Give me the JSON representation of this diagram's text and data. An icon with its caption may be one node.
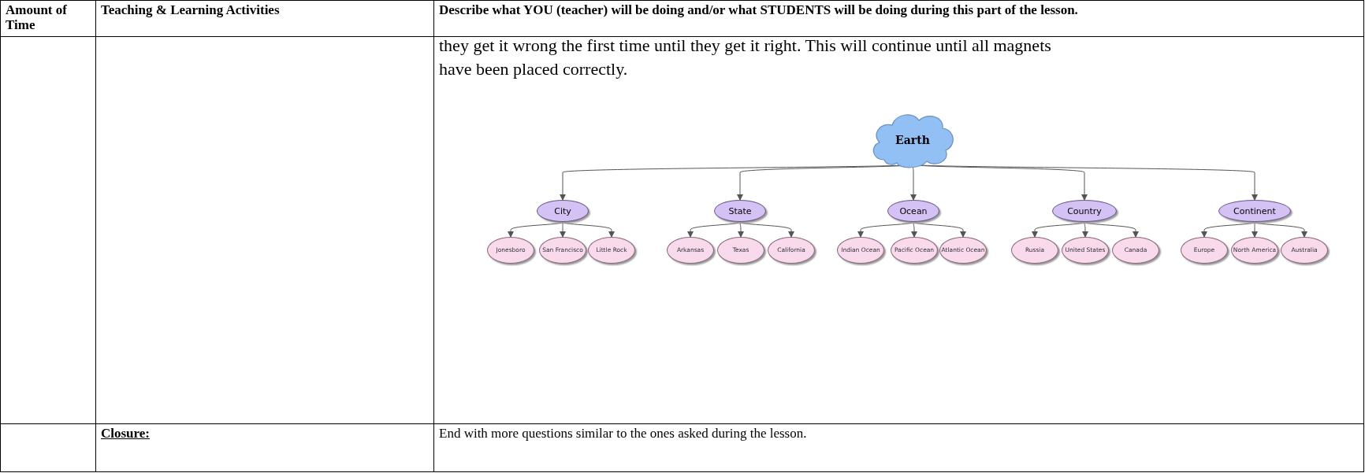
{
  "diagram": {
    "nodes": [
      {
        "text": [
          "Earth"
        ]
      },
      {
        "text": [
          "City"
        ]
      },
      {
        "text": [
          "State"
        ]
      },
      {
        "text": [
          "Ocean"
        ]
      },
      {
        "text": [
          "Country"
        ]
      },
      {
        "text": [
          "Continent"
        ]
      },
      {
        "text": [
          "Jonesboro"
        ]
      },
      {
        "text": [
          "San Francisco"
        ]
      },
      {
        "text": [
          "Little Rock"
        ]
      },
      {
        "text": [
          "Arkansas"
        ]
      },
      {
        "text": [
          "Texas"
        ]
      },
      {
        "text": [
          "California"
        ]
      },
      {
        "text": [
          "Indian Ocean"
        ]
      },
      {
        "text": [
          "Pacific Ocean"
        ]
      },
      {
        "text": [
          "Atlantic Ocean"
        ]
      },
      {
        "text": [
          "Russia"
        ]
      },
      {
        "text": [
          "United States"
        ]
      },
      {
        "text": [
          "Canada"
        ]
      },
      {
        "text": [
          "Europe"
        ]
      },
      {
        "text": [
          "North America"
        ]
      },
      {
        "text": [
          "Australia"
        ]
      }
    ],
    "edges": [
      {
        "from": 0,
        "to": 1,
        "arrow": "to"
      },
      {
        "from": 0,
        "to": 2,
        "arrow": "to"
      },
      {
        "from": 0,
        "to": 3,
        "arrow": "to"
      },
      {
        "from": 0,
        "to": 4,
        "arrow": "to"
      },
      {
        "from": 0,
        "to": 5,
        "arrow": "to"
      },
      {
        "from": 1,
        "to": 6,
        "arrow": "to"
      },
      {
        "from": 1,
        "to": 7,
        "arrow": "to"
      },
      {
        "from": 1,
        "to": 8,
        "arrow": "to"
      },
      {
        "from": 2,
        "to": 9,
        "arrow": "to"
      },
      {
        "from": 2,
        "to": 10,
        "arrow": "to"
      },
      {
        "from": 2,
        "to": 11,
        "arrow": "to"
      },
      {
        "from": 3,
        "to": 12,
        "arrow": "to"
      },
      {
        "from": 3,
        "to": 13,
        "arrow": "to"
      },
      {
        "from": 3,
        "to": 14,
        "arrow": "to"
      },
      {
        "from": 4,
        "to": 15,
        "arrow": "to"
      },
      {
        "from": 4,
        "to": 16,
        "arrow": "to"
      },
      {
        "from": 4,
        "to": 17,
        "arrow": "to"
      },
      {
        "from": 5,
        "to": 18,
        "arrow": "to"
      },
      {
        "from": 5,
        "to": 19,
        "arrow": "to"
      },
      {
        "from": 5,
        "to": 20,
        "arrow": "to"
      }
    ],
    "labels": [
      "Amount of Time",
      "Teaching & Learning Activities",
      "Describe what YOU (teacher) will be doing and/or what STUDENTS will be doing during this part of the lesson.",
      "they get it wrong the first time until they get it right. This will continue until all magnets have been placed correctly.",
      "Closure:",
      "End with more questions similar to the ones asked during the lesson."
    ]
  }
}
